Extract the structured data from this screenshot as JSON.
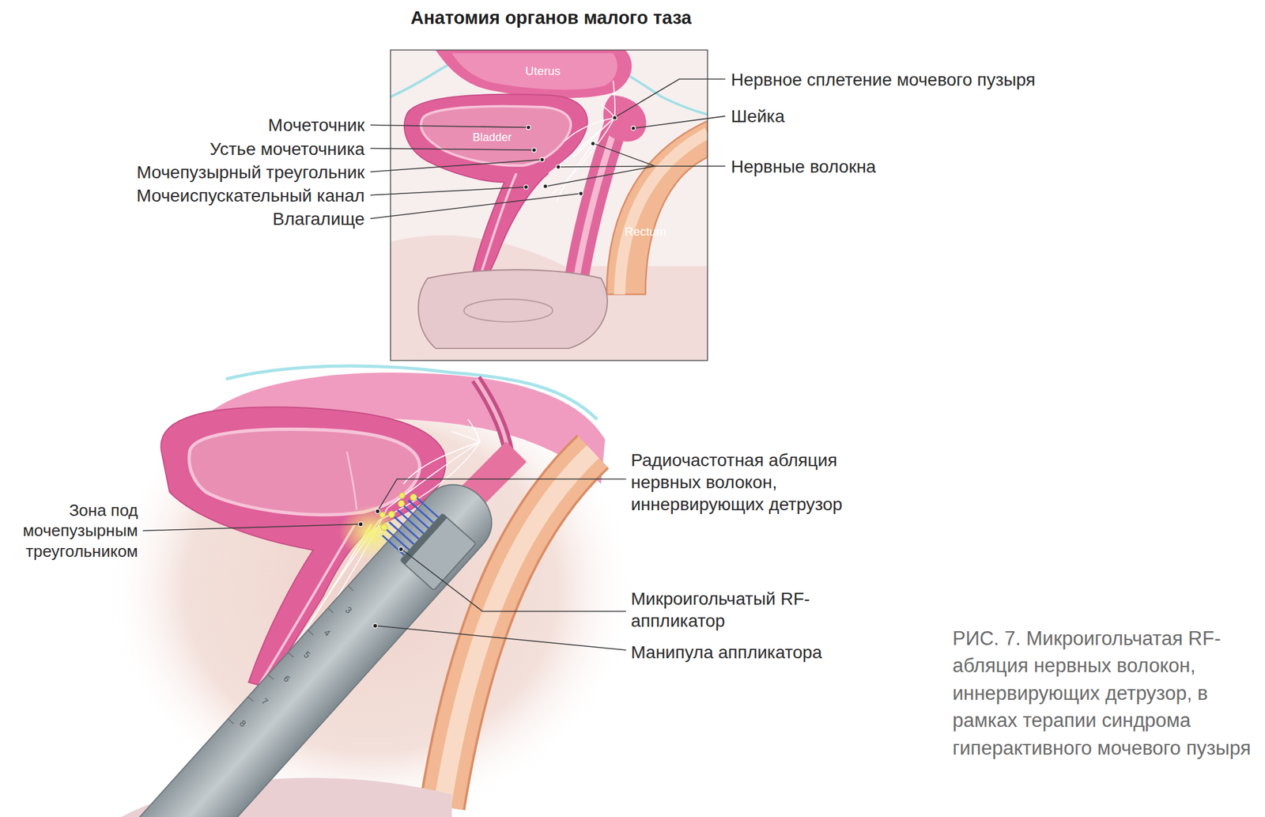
{
  "diagram": {
    "title": "Анатомия органов малого таза",
    "caption": "РИС. 7. Микроигольчатая RF-абляция нервных волокон, иннервирующих детрузор, в рамках терапии синдрома гиперактивного мочевого пузыря",
    "labels": [
      "Uterus",
      "Bladder",
      "Rectum",
      "Мочеточник",
      "Устье мочеточника",
      "Мочепузырный треугольник",
      "Мочеиспускательный канал",
      "Влагалище",
      "Нервное сплетение мочевого пузыря",
      "Шейка",
      "Нервные волокна",
      "Зона под мочепузырным треугольником",
      "Радиочастотная абляция нервных волокон, иннервирующих детрузор",
      "Микроигольчатый RF-аппликатор",
      "Манипула аппликатора",
      "3",
      "4",
      "5",
      "6",
      "7",
      "8"
    ]
  }
}
